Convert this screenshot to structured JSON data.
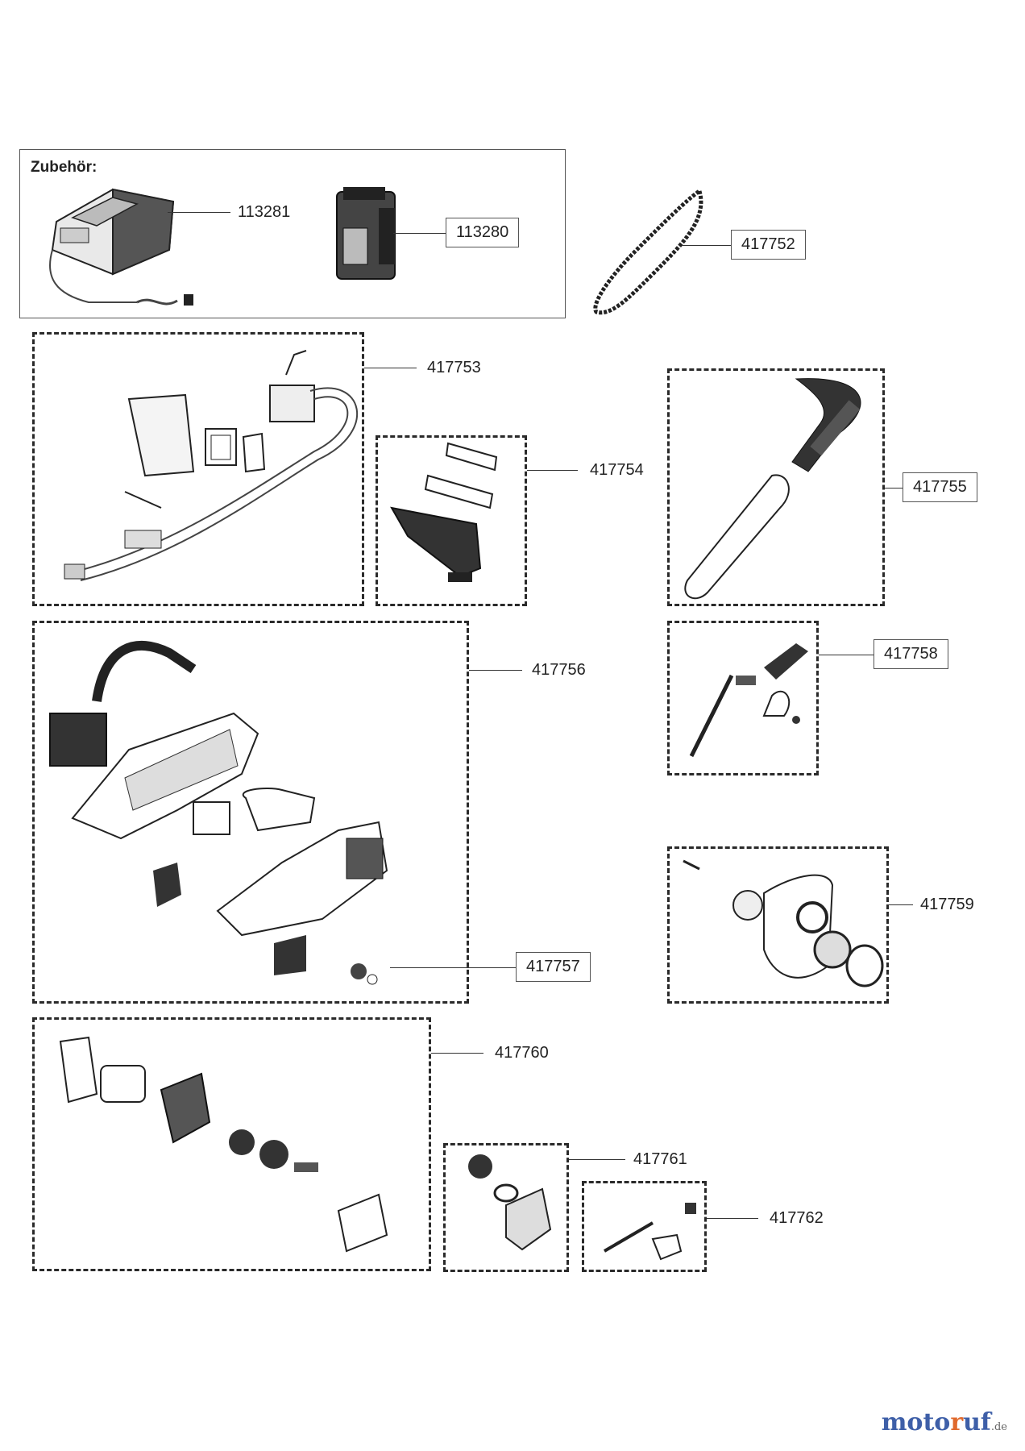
{
  "accessories": {
    "title": "Zubehör:"
  },
  "parts": [
    {
      "id": "charger",
      "number": "113281",
      "boxed": false
    },
    {
      "id": "battery",
      "number": "113280",
      "boxed": true
    },
    {
      "id": "chain",
      "number": "417752",
      "boxed": true
    },
    {
      "id": "handle-battery-housing",
      "number": "417753",
      "boxed": false
    },
    {
      "id": "bar-plates",
      "number": "417754",
      "boxed": false
    },
    {
      "id": "guide-bar",
      "number": "417755",
      "boxed": true
    },
    {
      "id": "housing",
      "number": "417756",
      "boxed": false
    },
    {
      "id": "sprocket",
      "number": "417757",
      "boxed": true
    },
    {
      "id": "oil-pump",
      "number": "417758",
      "boxed": true
    },
    {
      "id": "chain-cover",
      "number": "417759",
      "boxed": false
    },
    {
      "id": "motor-gearbox",
      "number": "417760",
      "boxed": false
    },
    {
      "id": "gear-assembly",
      "number": "417761",
      "boxed": false
    },
    {
      "id": "switch-kit",
      "number": "417762",
      "boxed": false
    }
  ],
  "brand": {
    "part1": "moto",
    "part2": "r",
    "part3": "uf",
    "tld": ".de"
  }
}
